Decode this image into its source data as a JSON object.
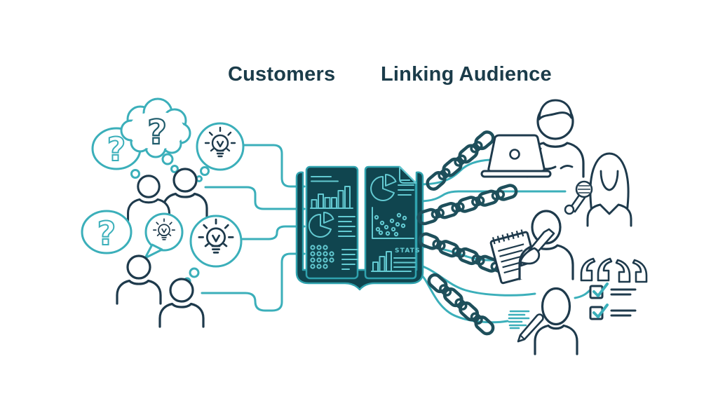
{
  "titles": {
    "customers": "Customers",
    "linking_audience": "Linking Audience"
  },
  "book": {
    "stats_label": "STATS"
  },
  "colors": {
    "background": "#FFFFFF",
    "title_text": "#1B3C4A",
    "teal_accent": "#3BAFBA",
    "navy_outline": "#1E3A4C",
    "chain_dark_teal": "#1E4F5B",
    "book_fill": "#10454F",
    "book_border": "#2FA2AE",
    "book_line_art": "#63CAD2"
  },
  "icon_names": [
    "question-bubble-icon",
    "thought-cloud-question-icon",
    "lightbulb-bubble-icon",
    "speech-bubble-lightbulb-icon",
    "customer-person-icon",
    "open-report-book-icon",
    "bar-chart-glyph",
    "pie-chart-glyph",
    "scatter-plot-glyph",
    "dot-grid-glyph",
    "chain-link-icon",
    "connector-line",
    "blogger-laptop-icon",
    "reporter-microphone-icon",
    "journalist-notepad-icon",
    "quotation-marks-icon",
    "checklist-icon",
    "writer-person-icon",
    "pencil-icon",
    "text-lines-icon"
  ]
}
